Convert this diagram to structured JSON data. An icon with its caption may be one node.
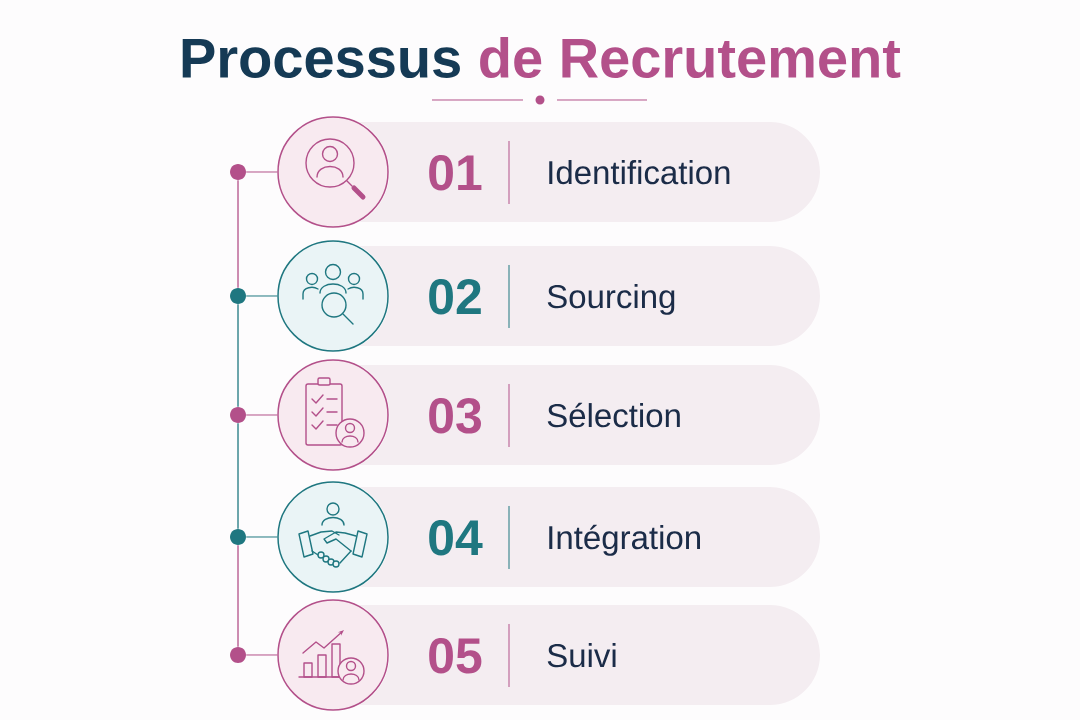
{
  "diagram": {
    "title": "Processus de Recrutement",
    "nodes": [
      {
        "text": [],
        "shape": "dot"
      },
      {
        "text": [],
        "shape": "circle"
      },
      {
        "text": [
          "01",
          "Identification"
        ]
      },
      {
        "text": [],
        "shape": "dot"
      },
      {
        "text": [],
        "shape": "circle"
      },
      {
        "text": [
          "02",
          "Sourcing"
        ]
      },
      {
        "text": [],
        "shape": "dot"
      },
      {
        "text": [],
        "shape": "circle"
      },
      {
        "text": [
          "03",
          "Sélection"
        ]
      },
      {
        "text": [],
        "shape": "dot"
      },
      {
        "text": [],
        "shape": "circle"
      },
      {
        "text": [
          "04",
          "Intégration"
        ]
      },
      {
        "text": [],
        "shape": "dot"
      },
      {
        "text": [],
        "shape": "circle"
      },
      {
        "text": [
          "05",
          "Suivi"
        ]
      }
    ],
    "edges": [
      {
        "from": 0,
        "to": 1,
        "arrow": "none"
      },
      {
        "from": 0,
        "to": 3,
        "arrow": "none"
      },
      {
        "from": 3,
        "to": 4,
        "arrow": "none",
        "color": "#1f7780"
      },
      {
        "from": 3,
        "to": 6,
        "arrow": "none",
        "color": "#1f7780"
      },
      {
        "from": 6,
        "to": 7,
        "arrow": "none"
      },
      {
        "from": 6,
        "to": 9,
        "arrow": "none",
        "color": "#1f7780"
      },
      {
        "from": 9,
        "to": 10,
        "arrow": "none",
        "color": "#1f7780"
      },
      {
        "from": 9,
        "to": 12,
        "arrow": "none"
      },
      {
        "from": 12,
        "to": 13,
        "arrow": "none"
      }
    ]
  }
}
